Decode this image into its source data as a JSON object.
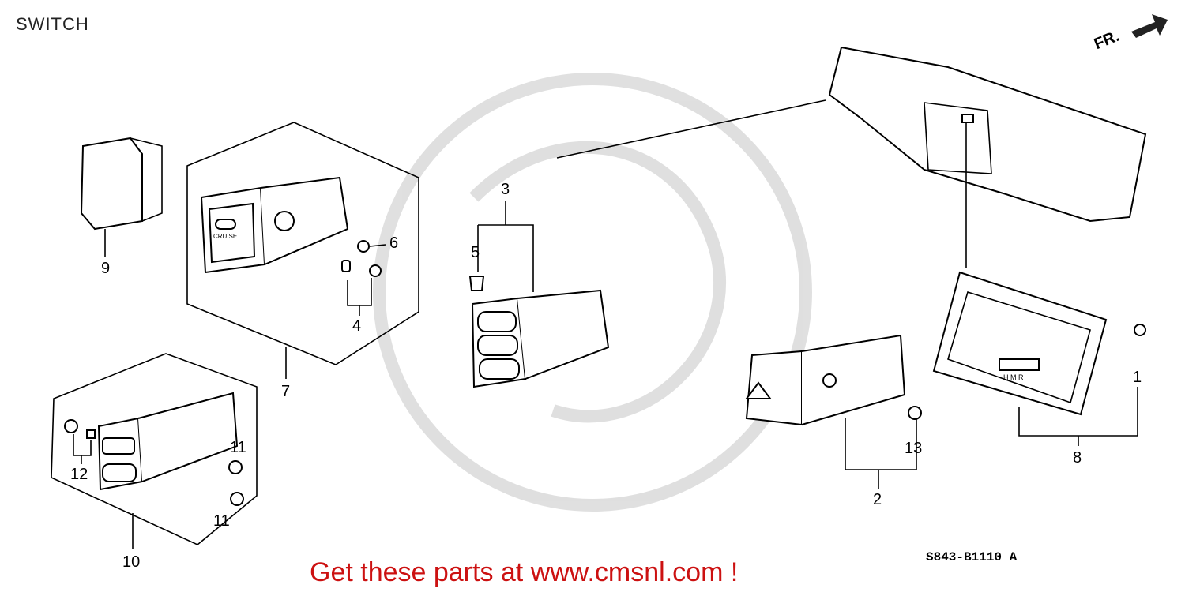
{
  "title": "SWITCH",
  "orientation_label": "FR.",
  "diagram_code": "S843-B1110 A",
  "promo_text": "Get these parts at www.cmsnl.com !",
  "callouts": [
    "1",
    "2",
    "3",
    "4",
    "5",
    "6",
    "7",
    "8",
    "9",
    "10",
    "11",
    "11",
    "12",
    "13"
  ],
  "switch_labels": {
    "cruise": "CRUISE",
    "hmr": "H M R"
  }
}
